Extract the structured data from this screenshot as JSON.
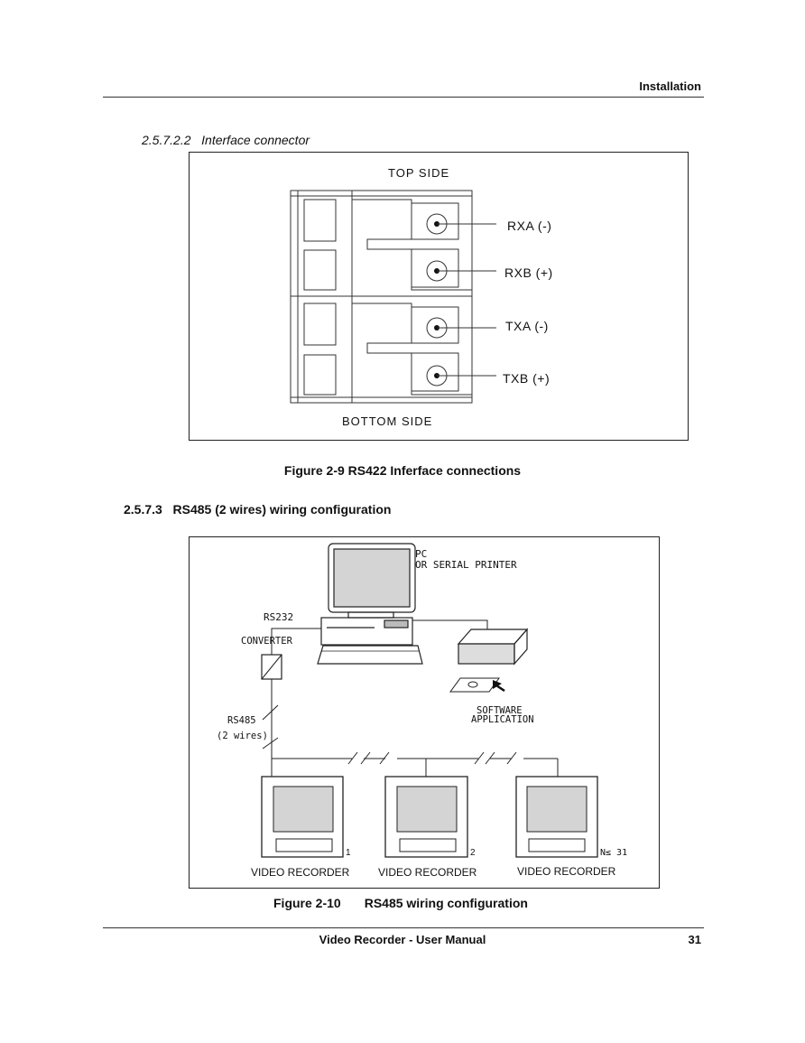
{
  "header": {
    "title": "Installation"
  },
  "sub_section": {
    "number": "2.5.7.2.2",
    "title": "Interface connector"
  },
  "figure_9": {
    "top_label": "TOP SIDE",
    "bottom_label": "BOTTOM SIDE",
    "pins": [
      {
        "label": "RXA (-)"
      },
      {
        "label": "RXB (+)"
      },
      {
        "label": "TXA (-)"
      },
      {
        "label": "TXB (+)"
      }
    ],
    "caption": "Figure 2-9 RS422 Inferface connections"
  },
  "section": {
    "number": "2.5.7.3",
    "title": "RS485 (2 wires) wiring configuration"
  },
  "figure_10": {
    "pc_label_line1": "PC",
    "pc_label_line2": "OR SERIAL PRINTER",
    "rs232": "RS232",
    "converter": "CONVERTER",
    "rs485": "RS485",
    "wires": "(2 wires)",
    "software_line1": "SOFTWARE",
    "software_line2": "APPLICATION",
    "recorders": [
      {
        "label": "VIDEO RECORDER",
        "number": "1"
      },
      {
        "label": "VIDEO RECORDER",
        "number": "2"
      },
      {
        "label": "VIDEO RECORDER",
        "number": "N≤ 31"
      }
    ],
    "caption_number": "Figure 2-10",
    "caption_title": "RS485 wiring configuration"
  },
  "footer": {
    "title": "Video Recorder - User Manual",
    "page": "31"
  }
}
